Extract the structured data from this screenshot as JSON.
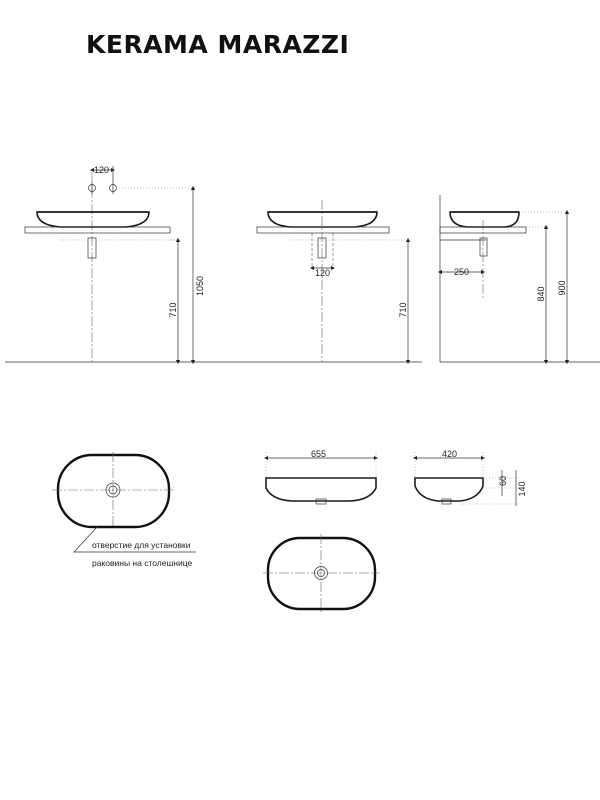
{
  "brand": "KERAMA MARAZZI",
  "dimensions": {
    "tap_spacing": "120",
    "total_height": "1050",
    "counter_height_a": "710",
    "drain_spacing": "120",
    "counter_height_b": "710",
    "wall_offset": "250",
    "basin_height_side": "840",
    "counter_height_side": "900",
    "basin_width": "655",
    "basin_depth": "420",
    "rim_height": "60",
    "basin_total_height": "140"
  },
  "note": {
    "line1": "отверстие для установки",
    "line2": "раковины на столешнице"
  }
}
